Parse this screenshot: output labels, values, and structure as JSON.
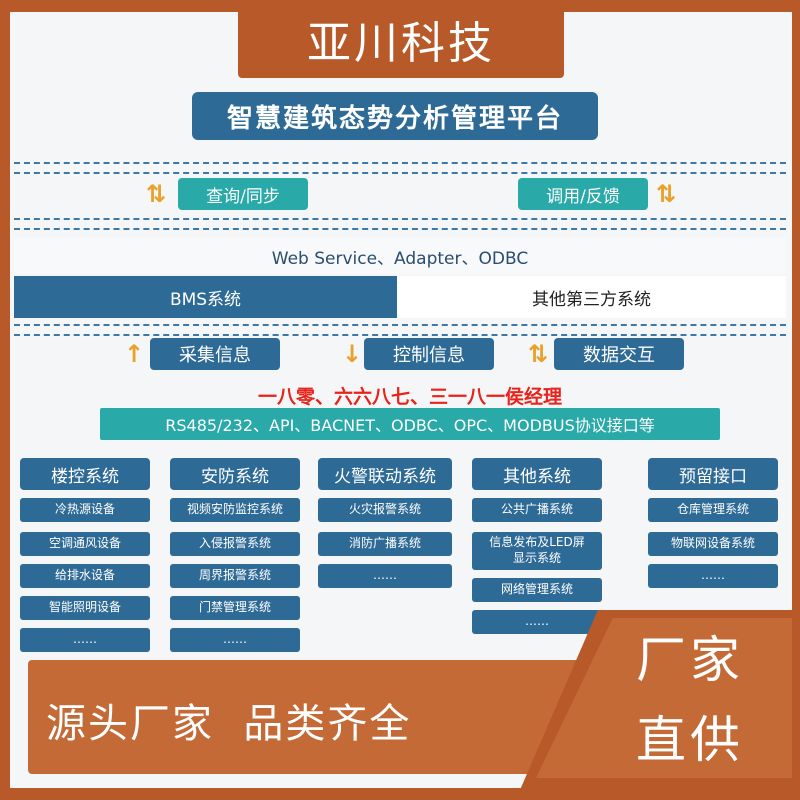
{
  "brand": "亚川科技",
  "platform_title": "智慧建筑态势分析管理平台",
  "interaction": {
    "query_sync": "查询/同步",
    "call_feedback": "调用/反馈"
  },
  "protocols_top": "Web Service、Adapter、ODBC",
  "systems_bar": {
    "bms": "BMS系统",
    "third_party": "其他第三方系统"
  },
  "info_flow": {
    "collect": "采集信息",
    "control": "控制信息",
    "exchange": "数据交互"
  },
  "contact_text": "一八零、六六八七、三一八一侯经理",
  "protocols_bar": "RS485/232、API、BACNET、ODBC、OPC、MODBUS协议接口等",
  "columns": [
    {
      "title": "楼控系统",
      "items": [
        "冷热源设备",
        "空调通风设备",
        "给排水设备",
        "智能照明设备",
        "……"
      ]
    },
    {
      "title": "安防系统",
      "items": [
        "视频安防监控系统",
        "入侵报警系统",
        "周界报警系统",
        "门禁管理系统",
        "……"
      ]
    },
    {
      "title": "火警联动系统",
      "items": [
        "火灾报警系统",
        "消防广播系统",
        "……"
      ]
    },
    {
      "title": "其他系统",
      "items": [
        "公共广播系统",
        "信息发布及LED屏显示系统",
        "网络管理系统",
        "……"
      ]
    },
    {
      "title": "预留接口",
      "items": [
        "仓库管理系统",
        "物联网设备系统",
        "……"
      ]
    }
  ],
  "banner_left": "源头厂家  品类齐全",
  "banner_right": [
    "厂家",
    "直供"
  ],
  "colors": {
    "brand_orange": "#b8592a",
    "dark_blue": "#2e6a96",
    "teal": "#29a9a8",
    "arrow": "#e9a12a",
    "red": "#e8231a"
  }
}
